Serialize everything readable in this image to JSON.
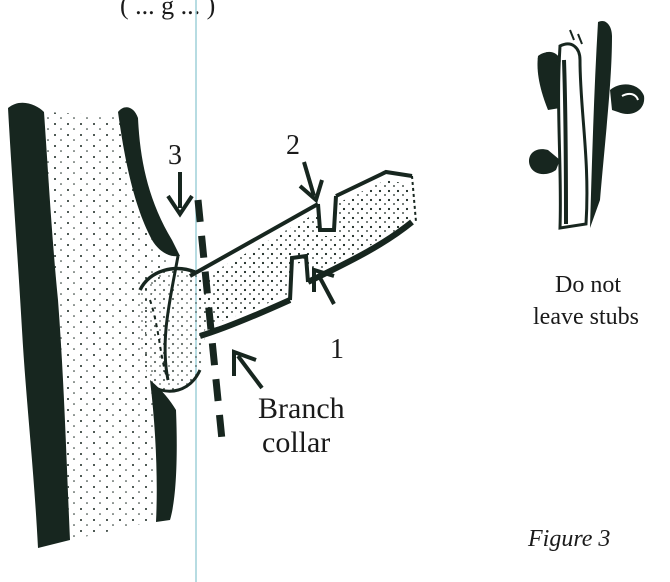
{
  "diagram": {
    "header_fragment": "( ... g ... )",
    "cut_labels": {
      "cut1": "1",
      "cut2": "2",
      "cut3": "3"
    },
    "branch_collar_line1": "Branch",
    "branch_collar_line2": "collar",
    "stubs_line1": "Do not",
    "stubs_line2": "leave stubs",
    "figure_caption": "Figure 3"
  },
  "colors": {
    "ink": "#17261f",
    "guide_line": "#9fd0d8",
    "paper": "#ffffff"
  }
}
